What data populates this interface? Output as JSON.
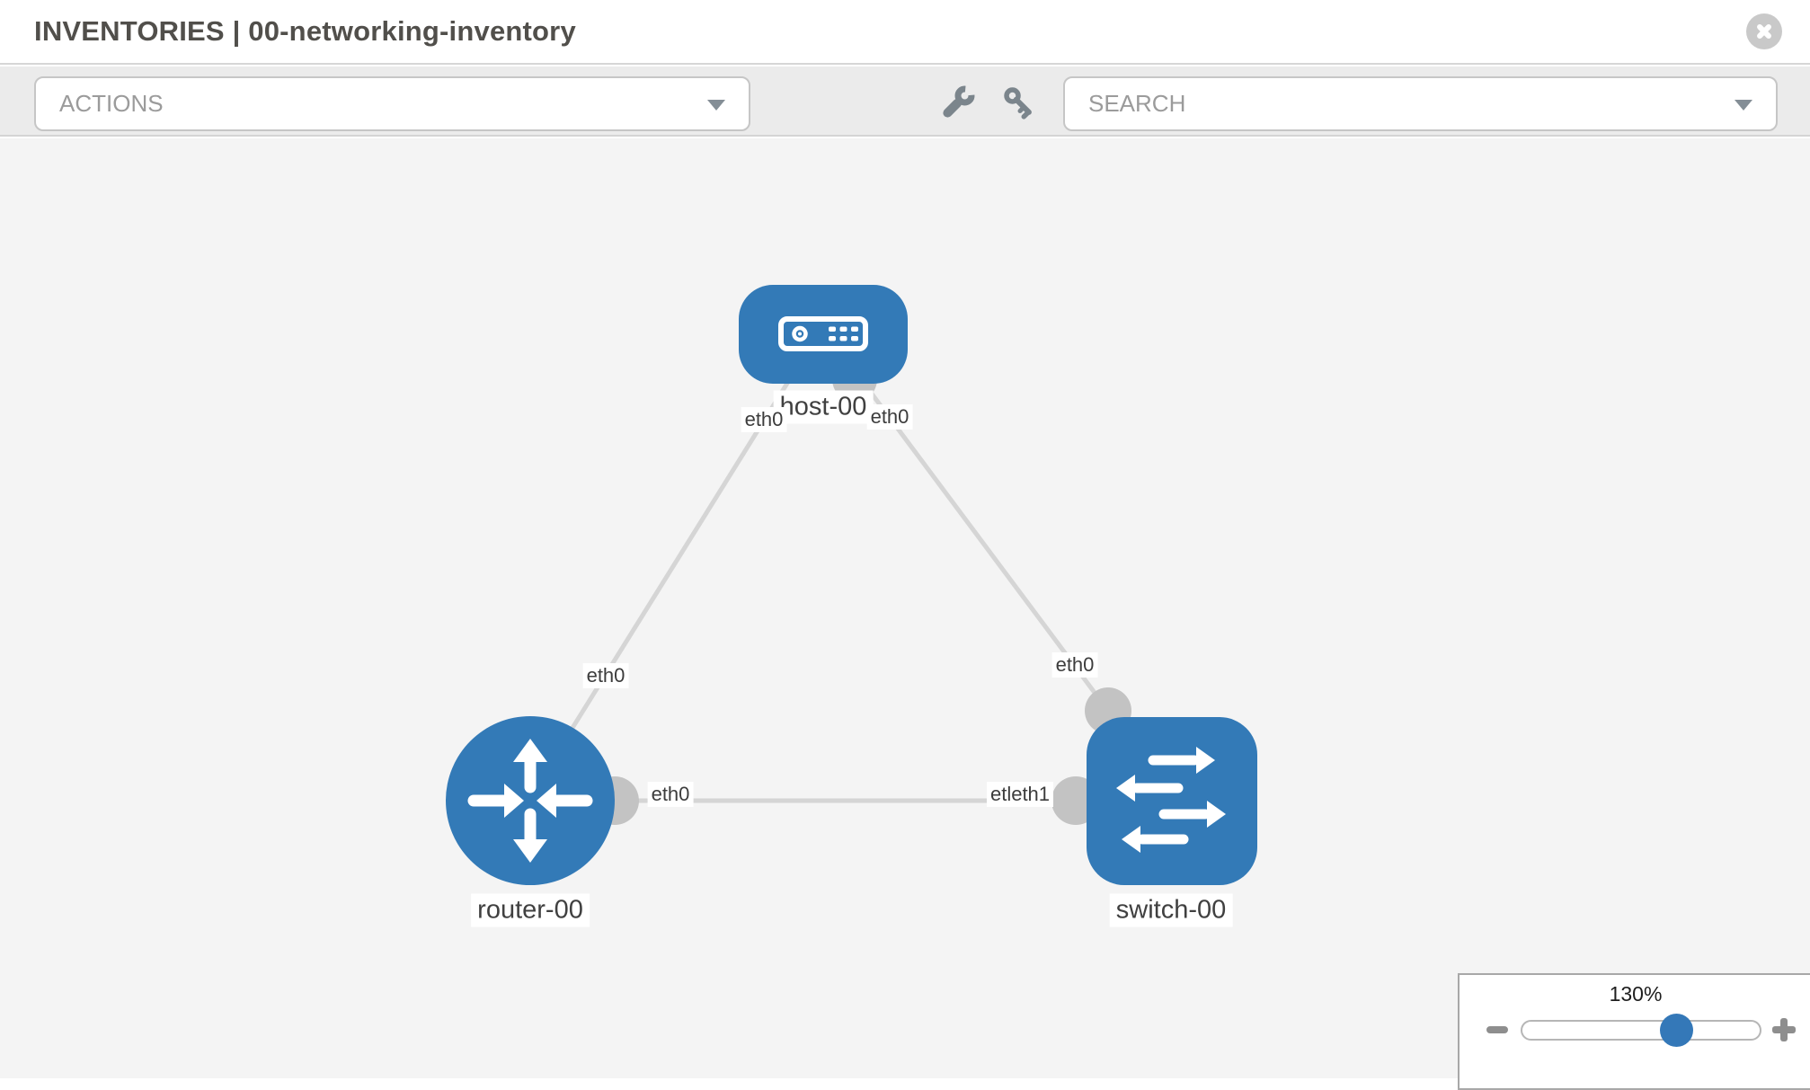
{
  "header": {
    "title": "INVENTORIES | 00-networking-inventory"
  },
  "toolbar": {
    "actions_label": "ACTIONS",
    "search_label": "SEARCH",
    "tool_icons": [
      "wrench-icon",
      "key-icon"
    ]
  },
  "topology": {
    "nodes": [
      {
        "id": "host-00",
        "label": "host-00",
        "type": "host",
        "shape": "rounded-rect"
      },
      {
        "id": "router-00",
        "label": "router-00",
        "type": "router",
        "shape": "circle"
      },
      {
        "id": "switch-00",
        "label": "switch-00",
        "type": "switch",
        "shape": "rounded-square"
      }
    ],
    "links": [
      {
        "source": "host-00",
        "target": "router-00",
        "source_interface": "eth0",
        "target_interface": "eth0"
      },
      {
        "source": "host-00",
        "target": "switch-00",
        "source_interface": "eth0",
        "target_interface": "eth0"
      },
      {
        "source": "router-00",
        "target": "switch-00",
        "source_interface": "eth0",
        "target_interface": "etleth1"
      }
    ]
  },
  "zoom_control": {
    "value": "130%",
    "minus_icon": "minus-icon",
    "plus_icon": "plus-icon"
  },
  "colors": {
    "node_blue": "#337ab7",
    "link_gray": "#d5d5d5",
    "connector_gray": "#c3c3c3",
    "toolbar_bg": "#ebebeb",
    "canvas_bg": "#f4f4f4",
    "icon_gray": "#7b858c"
  }
}
